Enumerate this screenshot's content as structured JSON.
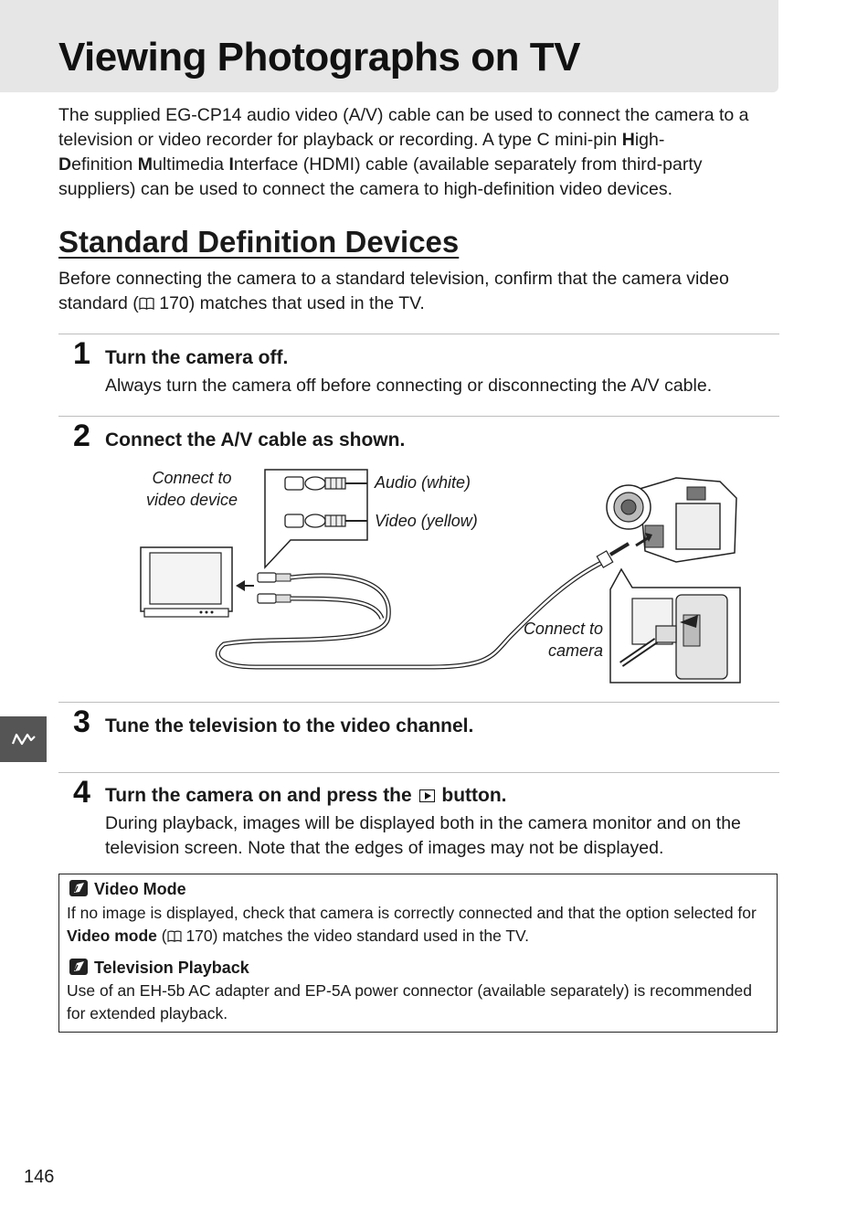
{
  "page": {
    "title": "Viewing Photographs on TV",
    "number": "146"
  },
  "intro": {
    "part1": "The supplied EG-CP14 audio video (A/V) cable can be used to connect the camera to a television or video recorder for playback or recording.  A type C mini-pin ",
    "h": "H",
    "igh": "igh-",
    "d": "D",
    "efinition": "efinition ",
    "m": "M",
    "ultimedia": "ultimedia ",
    "i": "I",
    "part2": "nterface (HDMI) cable (available separately from third-party suppliers) can be used to connect the camera to high-definition video devices."
  },
  "section": {
    "title": "Standard Definition Devices",
    "intro_before_ref": "Before connecting the camera to a standard television, confirm that the camera video standard (",
    "ref_page": " 170) matches that used in the TV."
  },
  "steps": [
    {
      "num": "1",
      "title": "Turn the camera off.",
      "body": "Always turn the camera off before connecting or disconnecting the A/V cable."
    },
    {
      "num": "2",
      "title": "Connect the A/V cable as shown."
    },
    {
      "num": "3",
      "title": "Tune the television to the video channel."
    },
    {
      "num": "4",
      "title_before": "Turn the camera on and press the ",
      "title_after": " button.",
      "body": "During playback, images will be displayed both in the camera monitor and on the television screen.  Note that the edges of images may not be displayed."
    }
  ],
  "diagram": {
    "label_video_device_1": "Connect to",
    "label_video_device_2": "video device",
    "label_audio": "Audio (white)",
    "label_video": "Video (yellow)",
    "label_camera_1": "Connect to",
    "label_camera_2": "camera"
  },
  "notes": [
    {
      "heading": "Video Mode",
      "text_before": "If no image is displayed, check that camera is correctly connected and that the option selected for ",
      "bold": "Video mode",
      "text_ref_open": " (",
      "text_after": " 170) matches the video standard used in the TV."
    },
    {
      "heading": "Television Playback",
      "text": "Use of an EH-5b AC adapter and EP-5A power connector (available separately) is recommended for extended playback."
    }
  ],
  "icons": {
    "book_ref": "book-icon",
    "playback": "playback-button-icon",
    "note": "pencil-check-icon",
    "side_tab": "playback-wave-icon"
  }
}
